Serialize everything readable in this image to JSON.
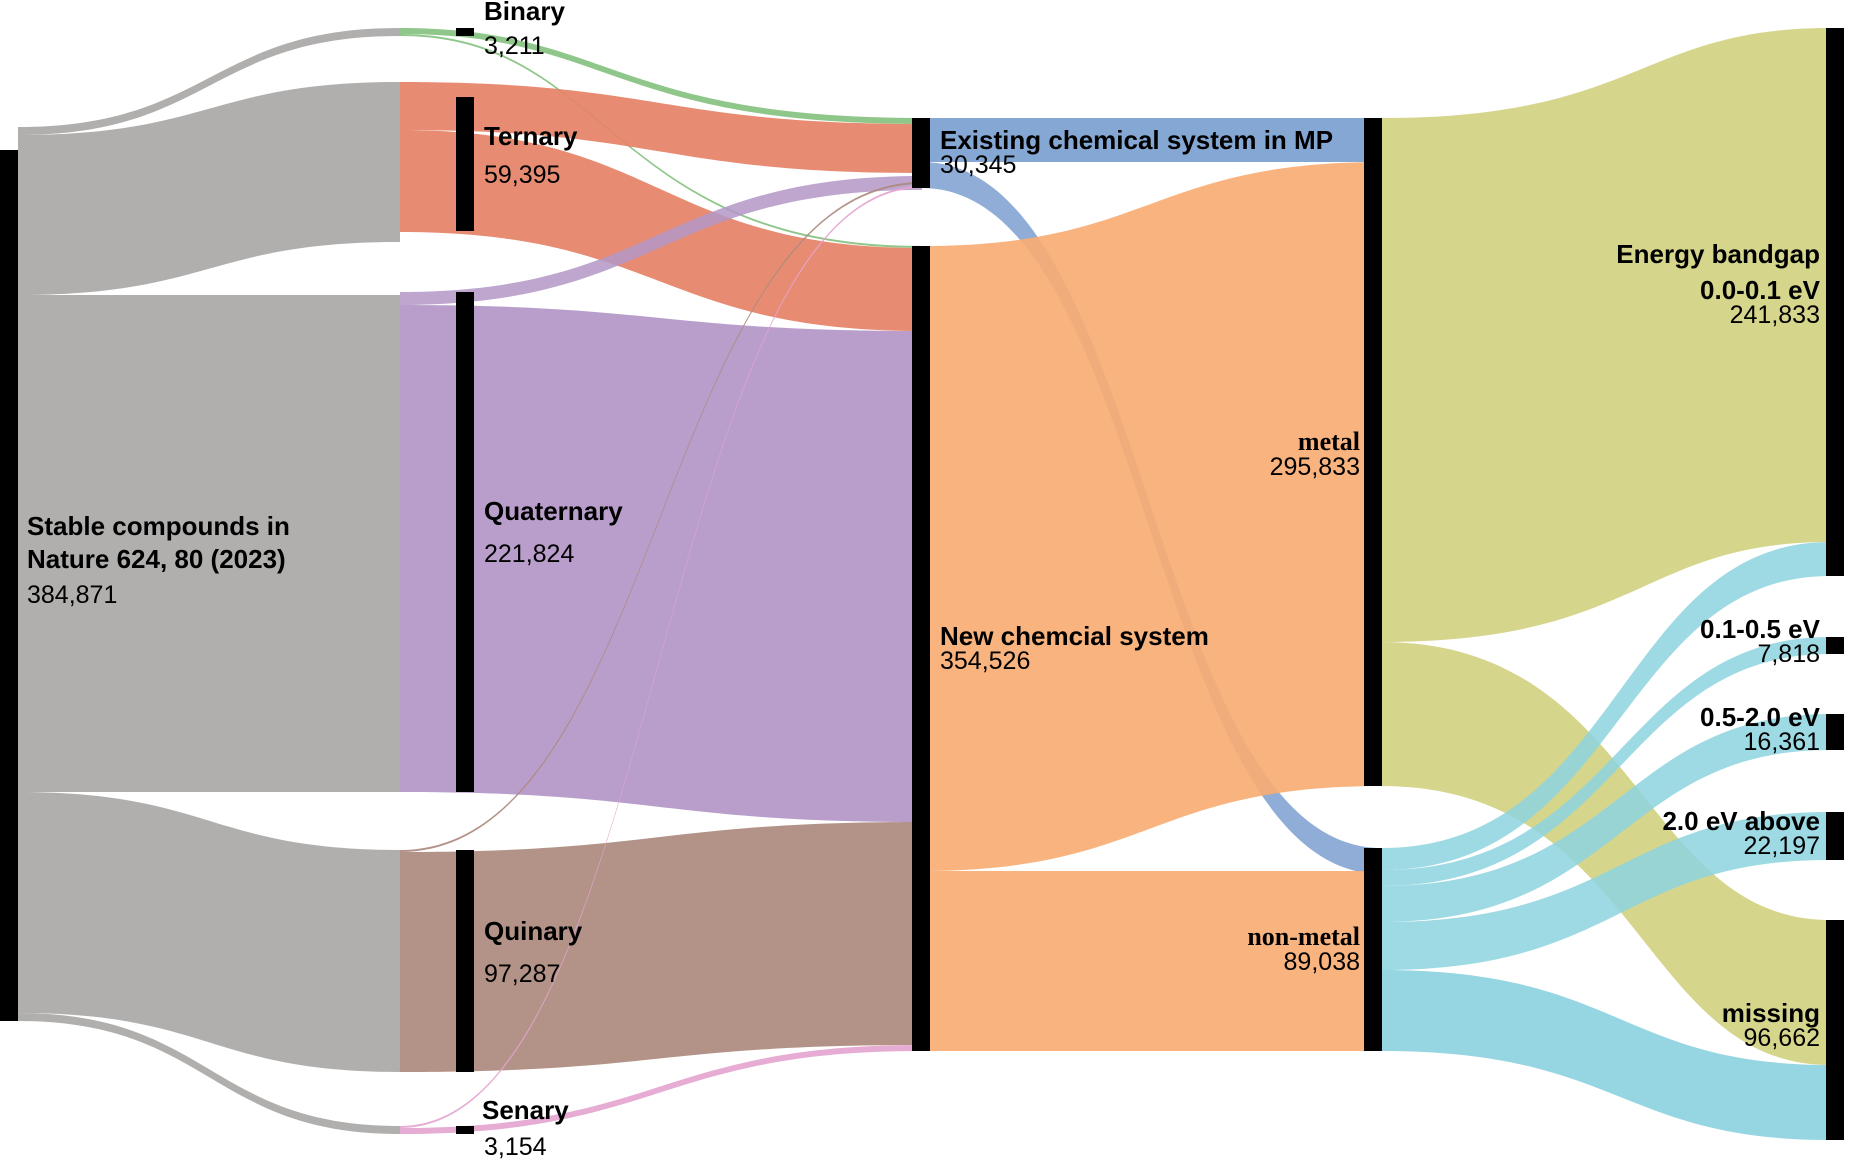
{
  "colors": {
    "stable": "#a9a8a7",
    "binary": "#85c280",
    "ternary": "#e58266",
    "quaternary": "#b396c7",
    "quinary": "#ad8a7e",
    "senary": "#e4a5cf",
    "existing": "#7b9fcf",
    "new": "#f8ad73",
    "metal": "#d3d182",
    "nonmetal": "#8dd3df",
    "bar": "#000000"
  },
  "nodes": {
    "stable": {
      "label_line1": "Stable compounds in",
      "label_line2": "Nature 624, 80 (2023)",
      "value": "384,871"
    },
    "binary": {
      "label": "Binary",
      "value": "3,211"
    },
    "ternary": {
      "label": "Ternary",
      "value": "59,395"
    },
    "quaternary": {
      "label": "Quaternary",
      "value": "221,824"
    },
    "quinary": {
      "label": "Quinary",
      "value": "97,287"
    },
    "senary": {
      "label": "Senary",
      "value": "3,154"
    },
    "existing": {
      "label": "Existing chemical system in MP",
      "value": "30,345"
    },
    "new": {
      "label": "New chemcial system",
      "value": "354,526"
    },
    "metal": {
      "label": "metal",
      "value": "295,833"
    },
    "nonmetal": {
      "label": "non-metal",
      "value": "89,038"
    },
    "bg0": {
      "title": "Energy bandgap",
      "label": "0.0-0.1 eV",
      "value": "241,833"
    },
    "bg1": {
      "label": "0.1-0.5 eV",
      "value": "7,818"
    },
    "bg2": {
      "label": "0.5-2.0 eV",
      "value": "16,361"
    },
    "bg3": {
      "label": "2.0 eV above",
      "value": "22,197"
    },
    "missing": {
      "label": "missing",
      "value": "96,662"
    }
  }
}
